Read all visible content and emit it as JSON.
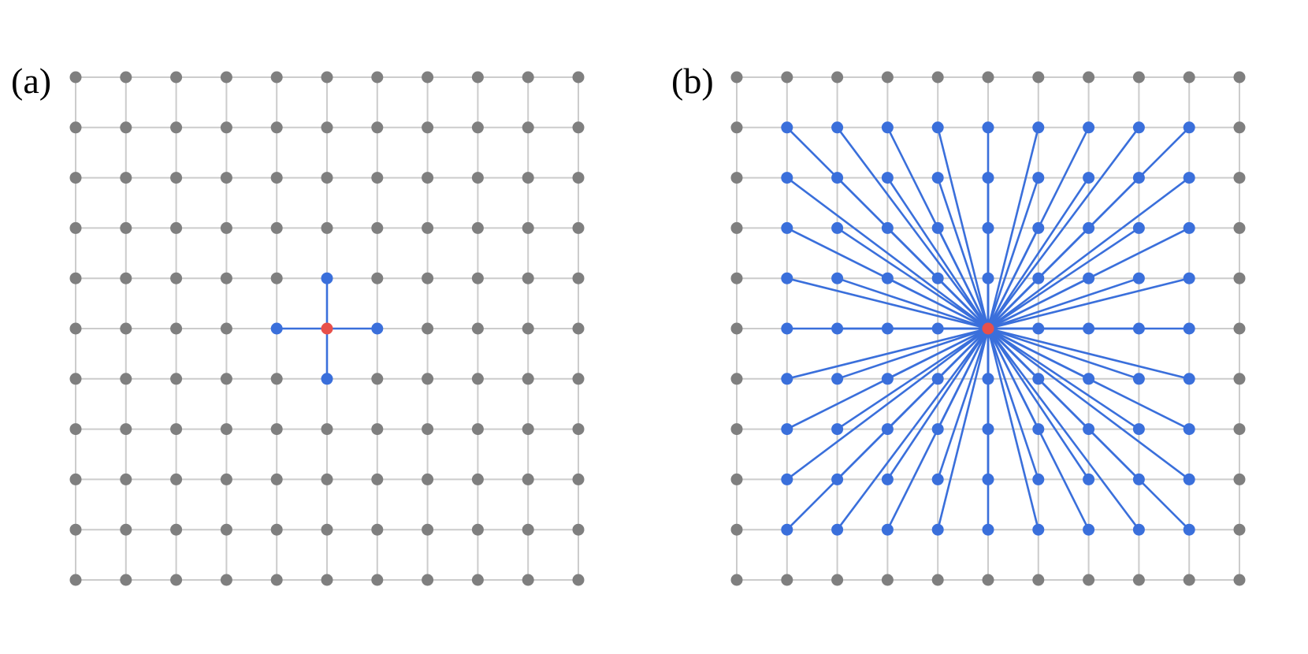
{
  "panels": [
    {
      "label": "(a)",
      "grid_size": 11,
      "center": [
        5,
        5
      ],
      "connection": "nearest-neighbor",
      "neighbor_radius": 1
    },
    {
      "label": "(b)",
      "grid_size": 11,
      "center": [
        5,
        5
      ],
      "connection": "all-within-square",
      "neighbor_radius": 4
    }
  ],
  "colors": {
    "grid_line": "#cccccc",
    "node": "#7f7f7f",
    "neighbor": "#3a6fdb",
    "center": "#e8504a",
    "edge": "#3a6fdb"
  }
}
